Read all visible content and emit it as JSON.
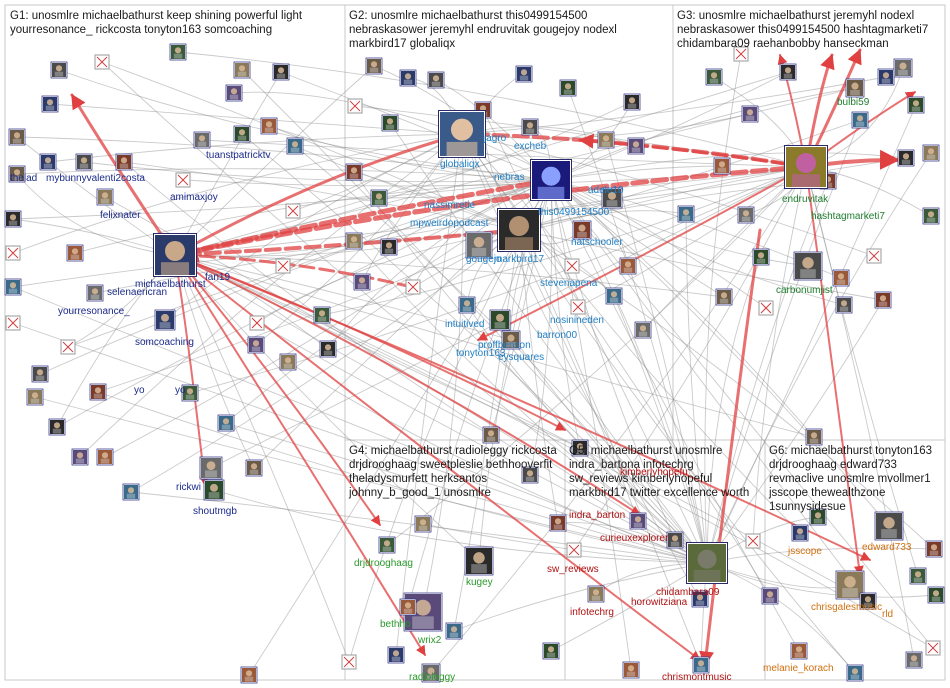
{
  "colors": {
    "g1": "#1a2a8a",
    "g2": "#1f7fc4",
    "g3": "#1e7d2e",
    "g4": "#2a9a2a",
    "g5": "#b01010",
    "g6": "#d07010",
    "edge": "#8a8a8a",
    "strong_edge": "#e04040",
    "box": "#c8c8c8"
  },
  "groups": [
    {
      "id": "G1",
      "lines": [
        "G1: unosmlre michaelbathurst keep shining powerful light",
        "yourresonance_ rickcosta tonyton163 somcoaching"
      ]
    },
    {
      "id": "G2",
      "lines": [
        "G2: unosmlre michaelbathurst this0499154500",
        "nebraskasower jeremyhl endruvitak gougejoy nodexl",
        "markbird17 globaliqx"
      ]
    },
    {
      "id": "G3",
      "lines": [
        "G3: unosmlre michaelbathurst jeremyhl nodexl",
        "nebraskasower this0499154500 hashtagmarketi7",
        "chidambara09 raehanbobby hanseckman"
      ]
    },
    {
      "id": "G4",
      "lines": [
        "G4: michaelbathurst radioleggy rickcosta",
        "drjdrooghaag sweetpleslie bethhooverfit",
        "theladysmurfett herksantos",
        "johnny_b_good_1 unosmlre"
      ]
    },
    {
      "id": "G5",
      "lines": [
        "G5: michaelbathurst unosmlre",
        "indra_bartona infotechrg",
        "sw_reviews kimberlyhopeful",
        "markbird17 twitter excellence worth"
      ]
    },
    {
      "id": "G6",
      "lines": [
        "G6: michaelbathurst tonyton163",
        "drjdrooghaag edward733",
        "revmaclive unosmlre mvollmer1",
        "jsscope thewealthzone",
        "1sunnysidesue"
      ]
    }
  ],
  "labels": {
    "g1": [
      "thelad",
      "mybunnyvalenti2costa",
      "tuanstpatricktv",
      "amimaxjoy",
      "felixnater",
      "michaelbathurst",
      "selenaericran",
      "yourresonance_",
      "somcoaching",
      "yo",
      "yo",
      "rickwi",
      "shoutmgb",
      "fan19"
    ],
    "g2": [
      "globaliqx",
      "jagro",
      "nebras",
      "nassimretie",
      "mpweirdopodcast",
      "gougejo",
      "markbird17",
      "this0499154500",
      "adele10",
      "natschooler",
      "stevenapena",
      "intuitived",
      "nosinineden",
      "barron00",
      "proffbenson",
      "tonyton163",
      "eysquares",
      "excheb"
    ],
    "g3": [
      "bulbi59",
      "endruvitak",
      "hashtagmarketi7",
      "carbonumjist"
    ],
    "g4": [
      "drjdrooghaag",
      "kugey",
      "bethho",
      "wrix2",
      "radioleggy"
    ],
    "g5": [
      "indra_barton",
      "curieuxexplorer",
      "sw_reviews",
      "chidambara09",
      "horowitziana",
      "infotechrg",
      "chrismontmusic",
      "kimberlyhopefu"
    ],
    "g6": [
      "jsscope",
      "edward733",
      "chrisgalesmusic",
      "rld",
      "melanie_korach"
    ]
  }
}
